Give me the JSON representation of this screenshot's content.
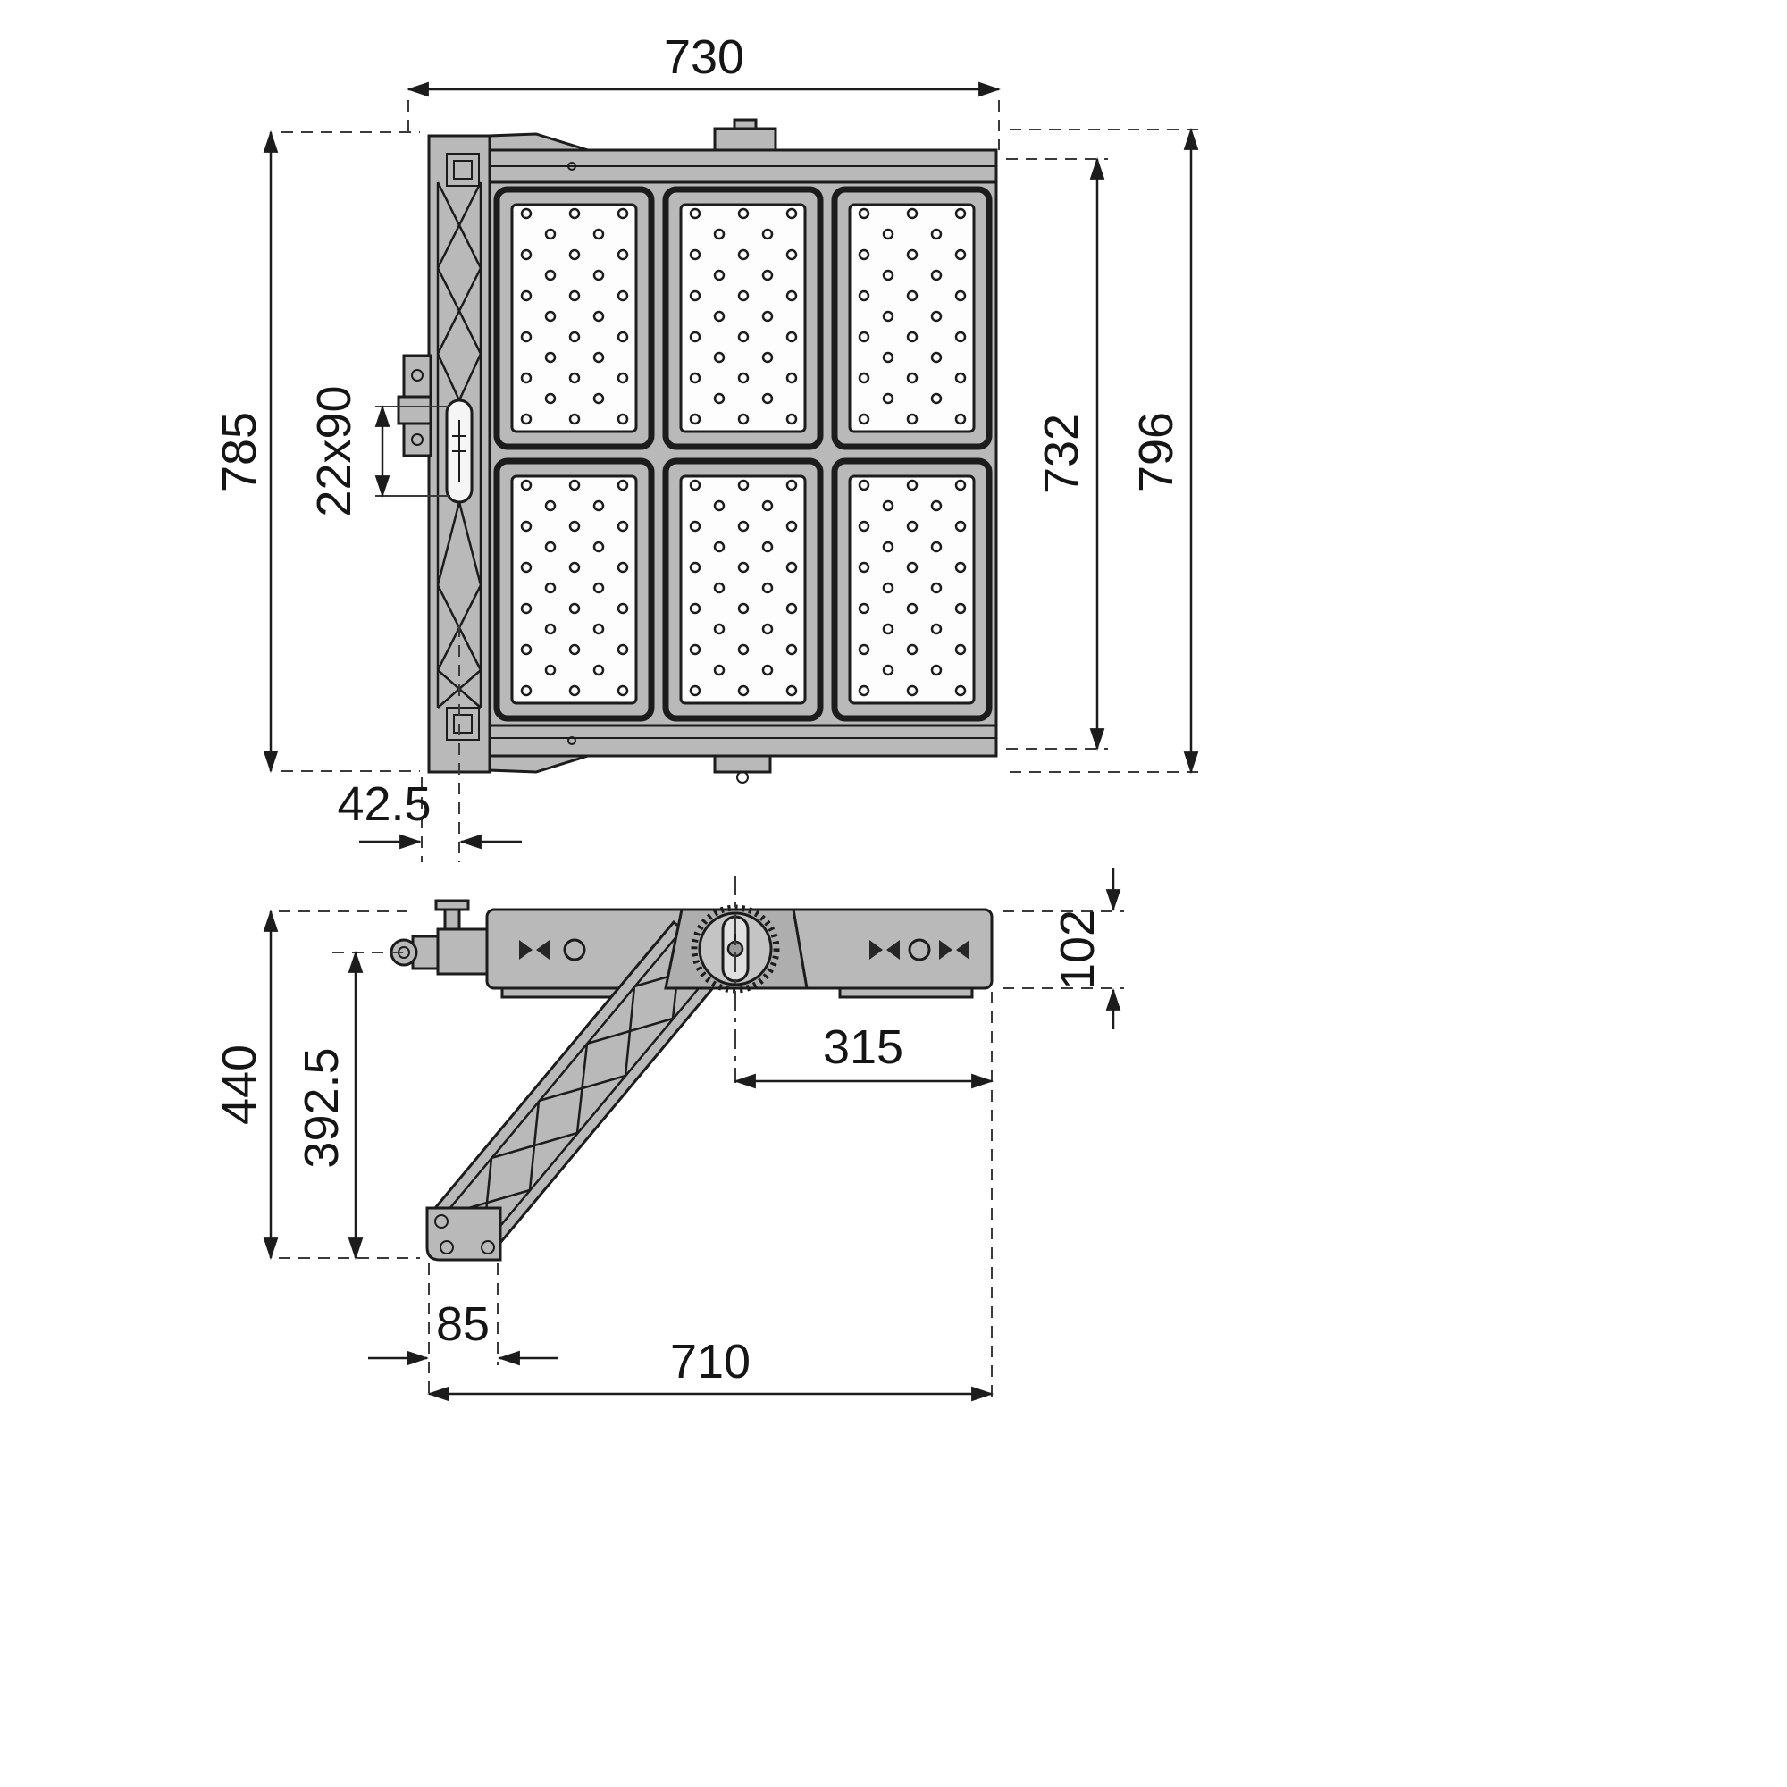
{
  "dimensions": {
    "front": {
      "overall_width": "730",
      "housing_height": "785",
      "slot_size": "22x90",
      "inner_height": "732",
      "overall_height": "796",
      "bracket_offset": "42.5"
    },
    "side": {
      "housing_depth": "102",
      "pivot_offset": "315",
      "bracket_height": "440",
      "pivot_height": "392.5",
      "foot_width": "85",
      "overall_depth": "710"
    }
  }
}
